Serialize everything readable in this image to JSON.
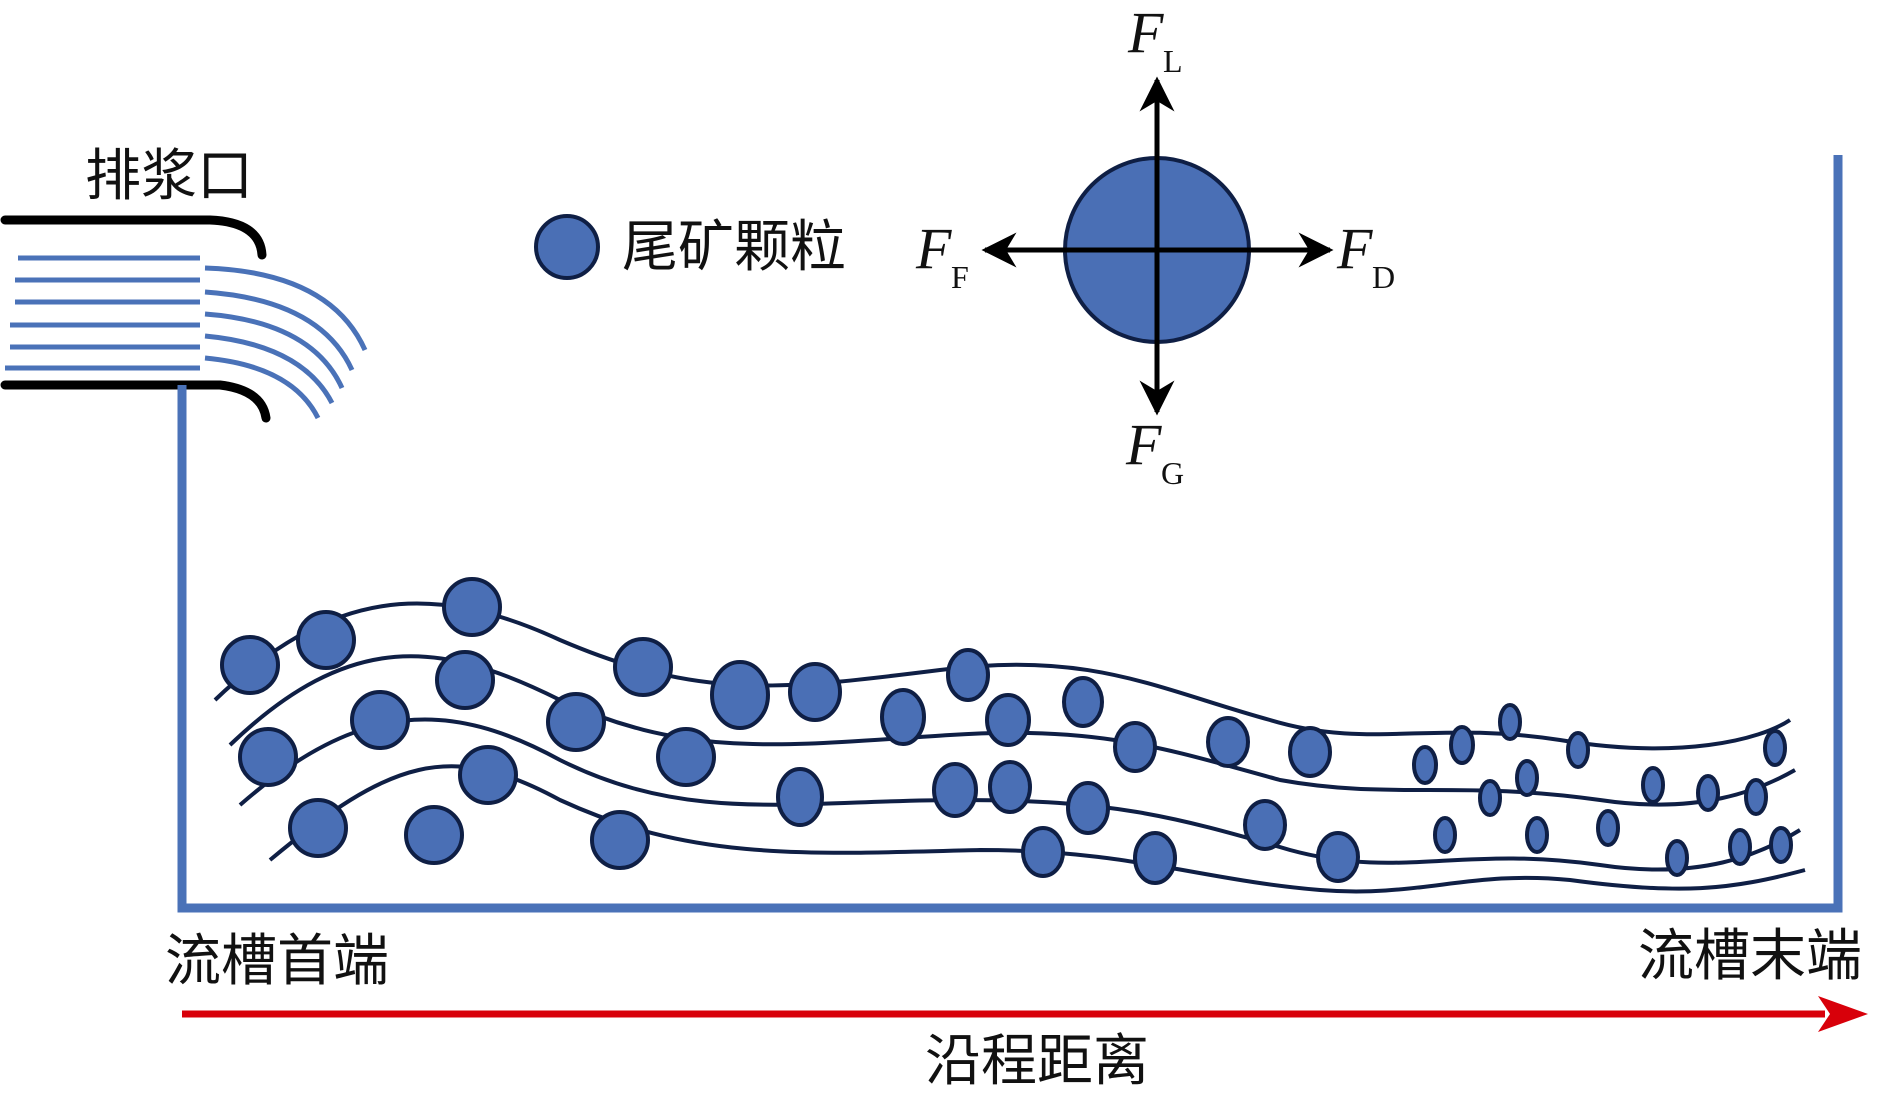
{
  "labels": {
    "outlet": "排浆口",
    "legend": "尾矿颗粒",
    "flume_start": "流槽首端",
    "flume_end": "流槽末端",
    "axis": "沿程距离"
  },
  "forces": {
    "lift": {
      "main": "F",
      "sub": "L"
    },
    "drag": {
      "main": "F",
      "sub": "D"
    },
    "friction": {
      "main": "F",
      "sub": "F"
    },
    "gravity": {
      "main": "F",
      "sub": "G"
    }
  },
  "colors": {
    "flume": "#4a72b8",
    "particle_fill": "#4a6fb5",
    "particle_stroke": "#0f1f45",
    "streamline": "#0f1f45",
    "arrow": "#d8000a",
    "outline": "#000000"
  },
  "icons": {
    "particle": "particle-circle-icon",
    "axis_arrow": "arrow-right-icon"
  }
}
